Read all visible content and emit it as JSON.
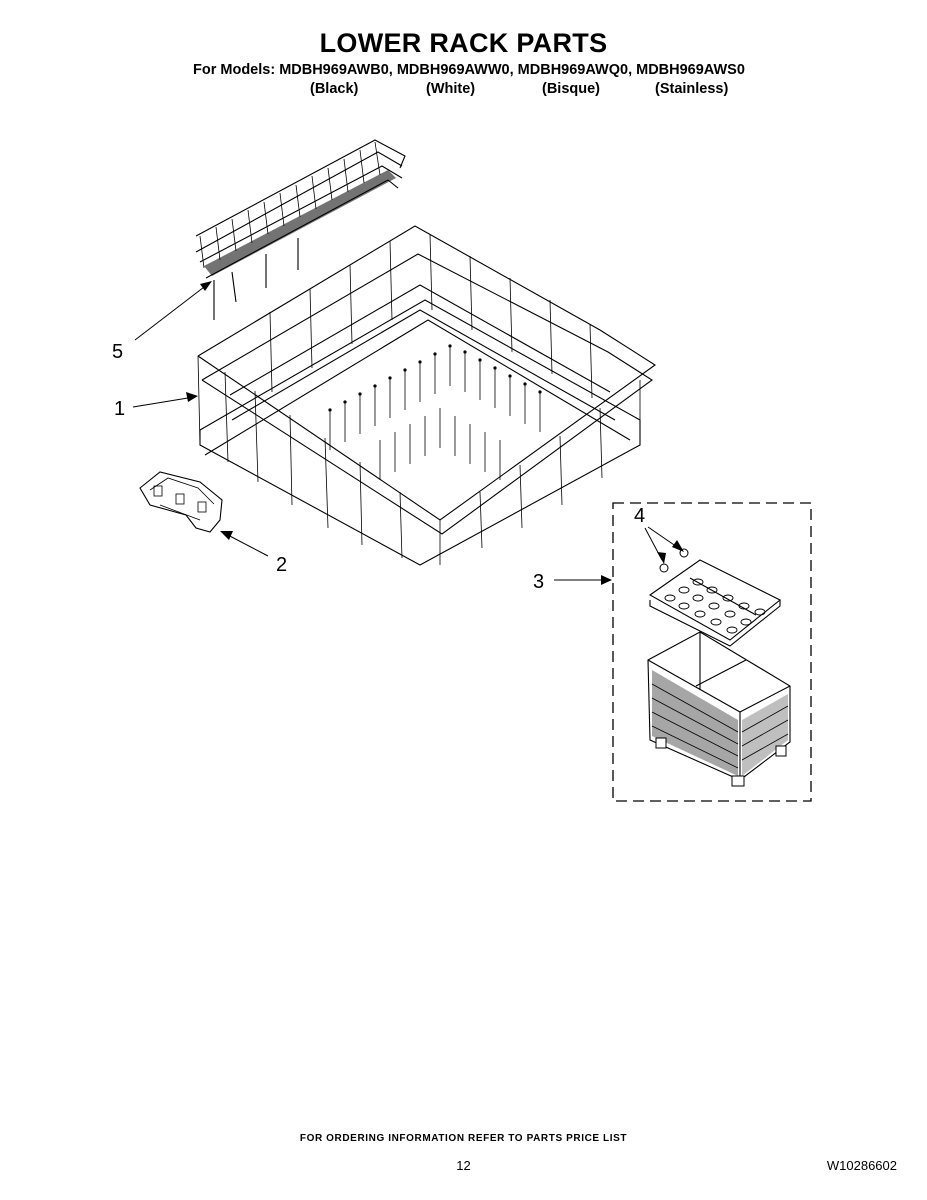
{
  "header": {
    "title": "LOWER RACK PARTS",
    "models_line": "For Models: MDBH969AWB0, MDBH969AWW0, MDBH969AWQ0, MDBH969AWS0",
    "colors": [
      "(Black)",
      "(White)",
      "(Bisque)",
      "(Stainless)"
    ]
  },
  "callouts": {
    "c1": "1",
    "c2": "2",
    "c3": "3",
    "c4": "4",
    "c5": "5"
  },
  "footer": {
    "ordering_info": "FOR ORDERING INFORMATION REFER TO PARTS PRICE LIST",
    "page_number": "12",
    "doc_number": "W10286602"
  }
}
